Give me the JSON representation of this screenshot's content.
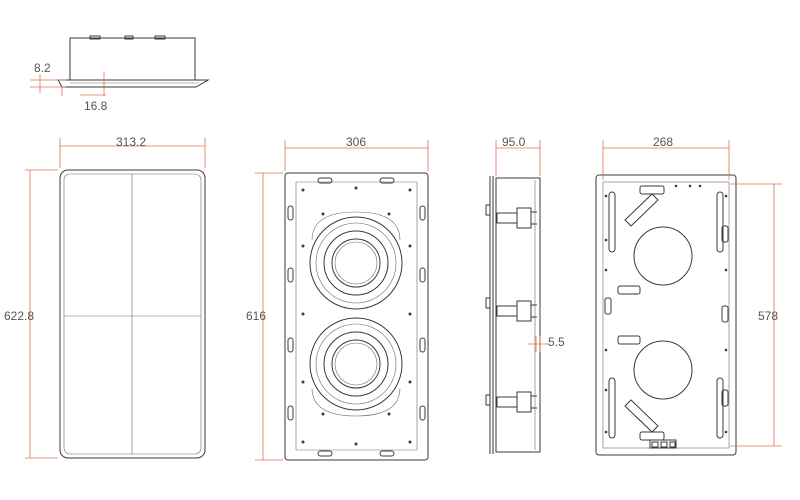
{
  "dimensions": {
    "top_view_height": "8.2",
    "top_view_flange": "16.8",
    "grille_width": "313.2",
    "grille_height": "622.8",
    "frame_width": "306",
    "frame_height": "616",
    "depth": "95.0",
    "flange_offset": "5.5",
    "back_width": "268",
    "back_height": "578"
  },
  "colors": {
    "line": "#3a3a3a",
    "dimension_line": "#e07050",
    "dimension_text": "#555555",
    "background": "#ffffff"
  }
}
